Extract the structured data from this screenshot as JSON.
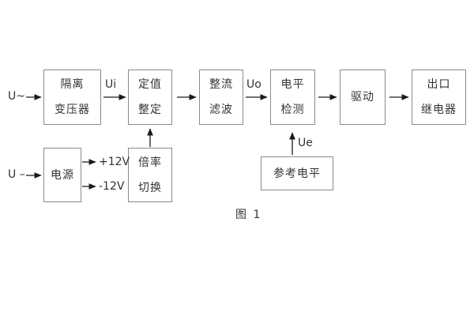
{
  "diagram": {
    "caption": "图 1",
    "blocks": {
      "isolation_transformer": {
        "line1": "隔离",
        "line2": "变压器"
      },
      "setting_adjust": {
        "line1": "定值",
        "line2": "整定"
      },
      "rectifier_filter": {
        "line1": "整流",
        "line2": "滤波"
      },
      "level_detect": {
        "line1": "电平",
        "line2": "检测"
      },
      "driver": {
        "label": "驱动"
      },
      "output_relay": {
        "line1": "出口",
        "line2": "继电器"
      },
      "power_supply": {
        "label": "电源"
      },
      "rate_switch": {
        "line1": "倍率",
        "line2": "切换"
      },
      "reference_level": {
        "label": "参考电平"
      }
    },
    "signal_labels": {
      "input_ac": "U~",
      "input_dc": "U –",
      "ui": "Ui",
      "uo": "Uo",
      "ue": "Ue",
      "plus12v": "+12V",
      "minus12v": "-12V"
    },
    "colors": {
      "background": "#ffffff",
      "box_border": "#8a8a8a",
      "text": "#333333",
      "arrow": "#1a1a1a"
    }
  }
}
